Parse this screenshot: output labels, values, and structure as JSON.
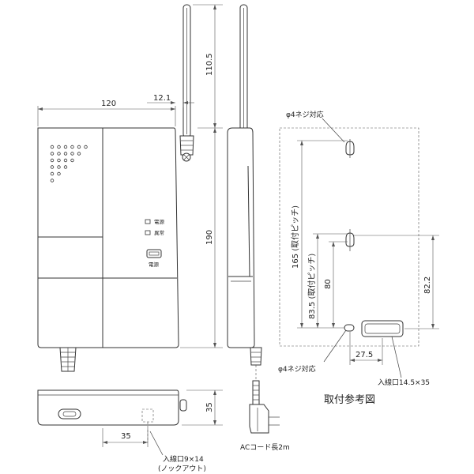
{
  "dimensions": {
    "width_120": "120",
    "antenna_offset_12_1": "12.1",
    "antenna_height_110_5": "110.5",
    "height_190": "190",
    "depth_35": "35",
    "bottom_35": "35",
    "pitch_165": "165 (取付ピッチ)",
    "pitch_83_5": "83.5 (取付ピッチ)",
    "dim_80": "80",
    "dim_82_2": "82.2",
    "dim_27_5": "27.5"
  },
  "labels": {
    "power_indicator": "電源",
    "abnormal_indicator": "異常",
    "power_button": "電源",
    "screw_top": "φ4ネジ対応",
    "screw_bottom": "φ4ネジ対応",
    "cable_entry_right": "入線口14.5×35",
    "cable_entry_bottom_line1": "入線口9×14",
    "cable_entry_bottom_line2": "(ノックアウト)",
    "ac_cord": "ACコード長2m",
    "mounting_title": "取付参考図"
  }
}
